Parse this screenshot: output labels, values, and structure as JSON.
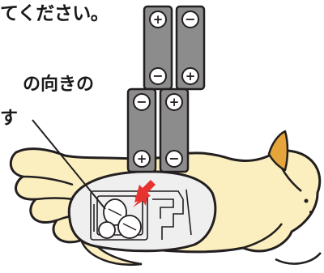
{
  "instruction": {
    "line1": "てください。",
    "line2": "の向きの",
    "line3": "す"
  },
  "batteries": {
    "count": 4,
    "plus_symbol": "+",
    "minus_symbol": "−",
    "color": "#8c8c8c"
  },
  "colors": {
    "body_fill": "#fbefbf",
    "outline": "#231f20",
    "compartment": "#efefef",
    "arrow": "#e8322f",
    "horn": "#e6a53a"
  },
  "icons": {
    "arrow": "red-arrow-icon",
    "callout": "pointer-line"
  }
}
